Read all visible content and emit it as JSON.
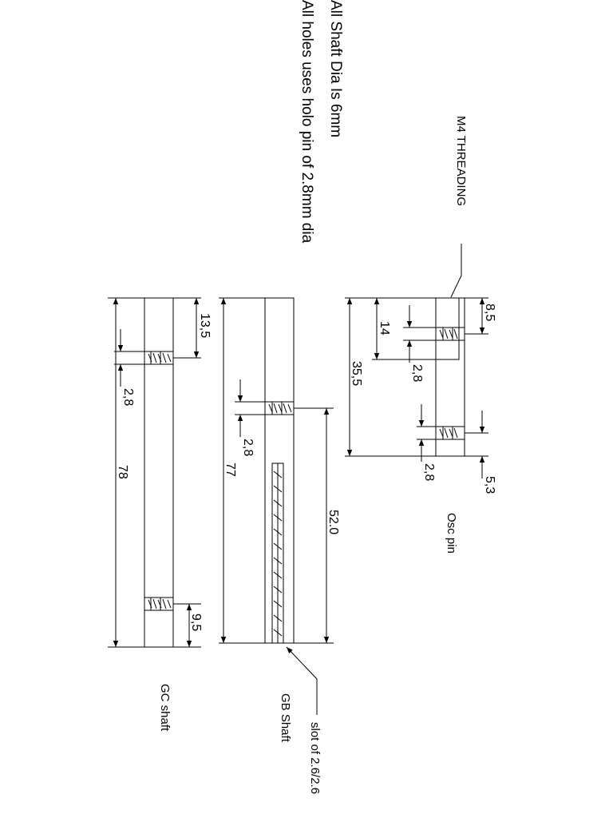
{
  "notes": {
    "shaft_dia": "All Shaft Dia Is 6mm",
    "holes": "All holes uses holo pin of 2.8mm dia"
  },
  "gc_shaft": {
    "name": "GC shaft",
    "overall": "78",
    "top_offset": "13,5",
    "bottom_offset": "9,5",
    "hole_dia": "2,8"
  },
  "gb_shaft": {
    "name": "GB Shaft",
    "overall": "77",
    "hole_dia": "2,8",
    "hole_to_end": "52.0",
    "slot_note": "slot of 2.6/2.6"
  },
  "osc_pin": {
    "name": "Osc pin",
    "threading": "M4 THREADING",
    "thread_len": "8,5",
    "step_len": "14",
    "overall": "35,5",
    "hole_dia_a": "2,8",
    "hole_dia_b": "2,8",
    "bottom_offset": "5,3"
  }
}
